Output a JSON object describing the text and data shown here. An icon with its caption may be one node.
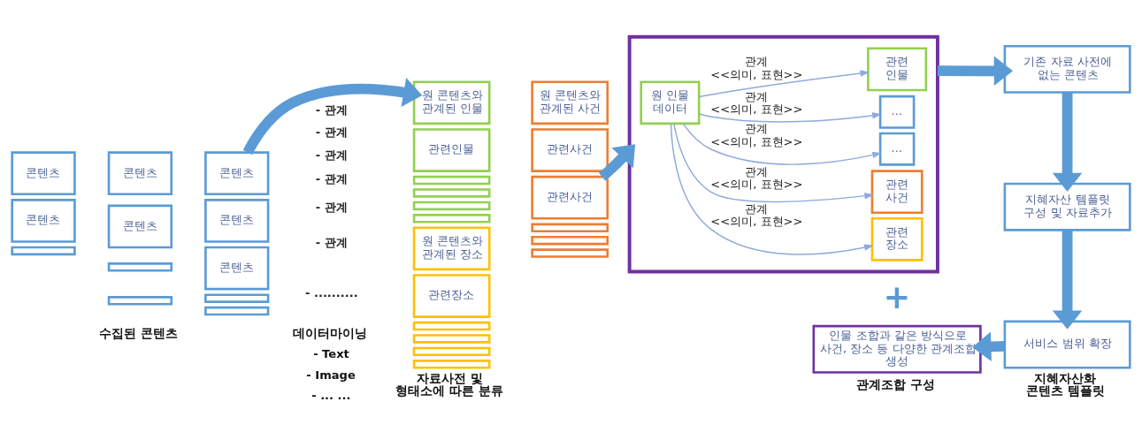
{
  "diagram": {
    "nodes": [
      {
        "text": [
          "콘텐츠"
        ]
      },
      {
        "text": [
          "콘텐츠"
        ]
      },
      {
        "text": [
          "콘텐츠"
        ]
      },
      {
        "text": [
          "콘텐츠"
        ]
      },
      {
        "text": [
          "콘텐츠"
        ]
      },
      {
        "text": [
          "콘텐츠"
        ]
      },
      {
        "text": [
          "콘텐츠"
        ]
      },
      {
        "text": [],
        "shape": "box"
      },
      {
        "text": [],
        "shape": "box"
      },
      {
        "text": [],
        "shape": "box"
      },
      {
        "text": [],
        "shape": "box"
      },
      {
        "text": [],
        "shape": "box"
      },
      {
        "text": [
          "원 콘텐츠와 관계된 인물"
        ]
      },
      {
        "text": [
          "관련인물"
        ]
      },
      {
        "text": [],
        "shape": "box"
      },
      {
        "text": [],
        "shape": "box"
      },
      {
        "text": [],
        "shape": "box"
      },
      {
        "text": [],
        "shape": "box"
      },
      {
        "text": [
          "원 콘텐츠와 관계된 사건"
        ]
      },
      {
        "text": [
          "관련사건"
        ]
      },
      {
        "text": [
          "관련사건"
        ]
      },
      {
        "text": [],
        "shape": "box"
      },
      {
        "text": [],
        "shape": "box"
      },
      {
        "text": [],
        "shape": "box"
      },
      {
        "text": [
          "원 콘텐츠와 관계된 장소"
        ]
      },
      {
        "text": [
          "관련장소"
        ]
      },
      {
        "text": [],
        "shape": "box"
      },
      {
        "text": [],
        "shape": "box"
      },
      {
        "text": [],
        "shape": "box"
      },
      {
        "text": [],
        "shape": "box"
      },
      {
        "text": [],
        "shape": "box"
      },
      {
        "text": [
          "원 인물 데이터"
        ],
        "in": 30
      },
      {
        "text": [
          "관련 인물"
        ],
        "in": 30
      },
      {
        "text": [
          "관련 장소"
        ],
        "in": 30
      },
      {
        "text": [
          "관련 사건"
        ],
        "in": 30
      },
      {
        "text": [
          "..."
        ],
        "in": 30
      },
      {
        "text": [
          "..."
        ],
        "in": 30
      },
      {
        "text": [
          "인물 조합과 같은 방식으로 사건, 장소 등 다양한 관계조합 생성"
        ]
      },
      {
        "text": [
          "기존 자료 사전에 없는 콘텐츠"
        ]
      },
      {
        "text": [
          "지혜자산 템플릿 구성 및 자료추가"
        ]
      },
      {
        "text": [
          "서비스 범위 확장"
        ]
      }
    ],
    "edges": [
      {
        "from": 3,
        "to": 12,
        "arrow": "to"
      },
      {
        "from": 20,
        "to": 30,
        "arrow": "to"
      },
      {
        "from": 31,
        "to": 32,
        "arrow": "to",
        "label": "관계 <<의미, 표현>>",
        "color": "#8faadc"
      },
      {
        "from": 31,
        "to": 33,
        "arrow": "to",
        "label": "관계 <<의미, 표현>>",
        "color": "#8faadc"
      },
      {
        "from": 31,
        "to": 34,
        "arrow": "to",
        "label": "관계 <<의미, 표현>>",
        "color": "#8faadc"
      },
      {
        "from": 31,
        "to": 35,
        "arrow": "to",
        "label": "관계 <<의미, 표현>>",
        "color": "#8faadc"
      },
      {
        "from": 31,
        "to": 36,
        "arrow": "to",
        "label": "관계 <<의미, 표현>>",
        "color": "#8faadc"
      },
      {
        "from": 30,
        "to": 38,
        "arrow": "to"
      },
      {
        "from": 38,
        "to": 39,
        "arrow": "to"
      },
      {
        "from": 39,
        "to": 40,
        "arrow": "to"
      },
      {
        "from": 40,
        "to": 37,
        "arrow": "to"
      }
    ],
    "labels": [
      "- 관계",
      "- 관계",
      "- 관계",
      "- 관계",
      "- 관계",
      "- 관계",
      "- ..........",
      "+",
      "수집된 콘텐츠",
      "데이터마이닝",
      "- Text",
      "- Image",
      "- ... ...",
      "자료사전 및 형태소에 따른 분류",
      "관계조합 구성",
      "지혜자산화 콘텐츠 템플릿"
    ]
  }
}
